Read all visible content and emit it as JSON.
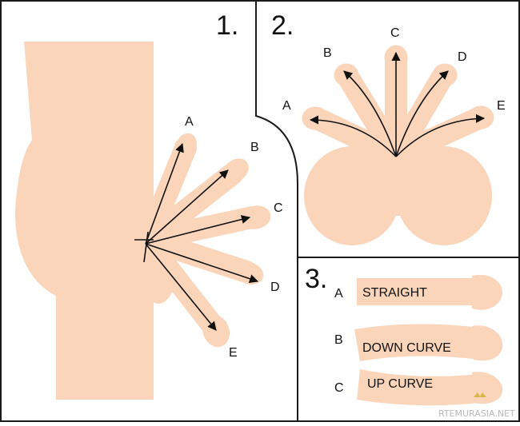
{
  "colors": {
    "skin": "#fad5b9",
    "line": "#1a1a1a",
    "arrow": "#111111",
    "background": "#ffffff",
    "watermark": "#b9b9b9"
  },
  "panel1": {
    "number": "1.",
    "labels": [
      "A",
      "B",
      "C",
      "D",
      "E"
    ]
  },
  "panel2": {
    "number": "2.",
    "labels": [
      "A",
      "B",
      "C",
      "D",
      "E"
    ]
  },
  "panel3": {
    "number": "3.",
    "rows": [
      {
        "letter": "A",
        "caption": "STRAIGHT"
      },
      {
        "letter": "B",
        "caption": "DOWN CURVE"
      },
      {
        "letter": "C",
        "caption": "UP CURVE"
      }
    ]
  },
  "watermark": "RTEMURASIA.NET"
}
